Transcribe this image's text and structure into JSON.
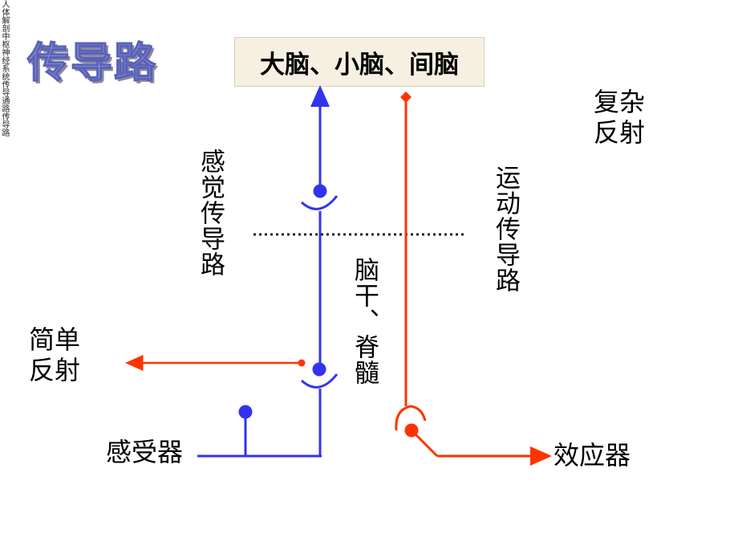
{
  "side_note": "人体解剖中枢神经系统传导通路传导路",
  "title": "传导路",
  "top_box": "大脑、小脑、间脑",
  "labels": {
    "complex_reflex_line1": "复杂",
    "complex_reflex_line2": "反射",
    "simple_reflex_line1": "简单",
    "simple_reflex_line2": "反射",
    "sensory_pathway": "感觉传导路",
    "motor_pathway": "运动传导路",
    "brainstem_spinal": "脑干、脊髓",
    "receptor": "感受器",
    "effector": "效应器"
  },
  "colors": {
    "sensory": "#3333ee",
    "motor": "#ff3300",
    "simple_reflex": "#ff3300"
  }
}
